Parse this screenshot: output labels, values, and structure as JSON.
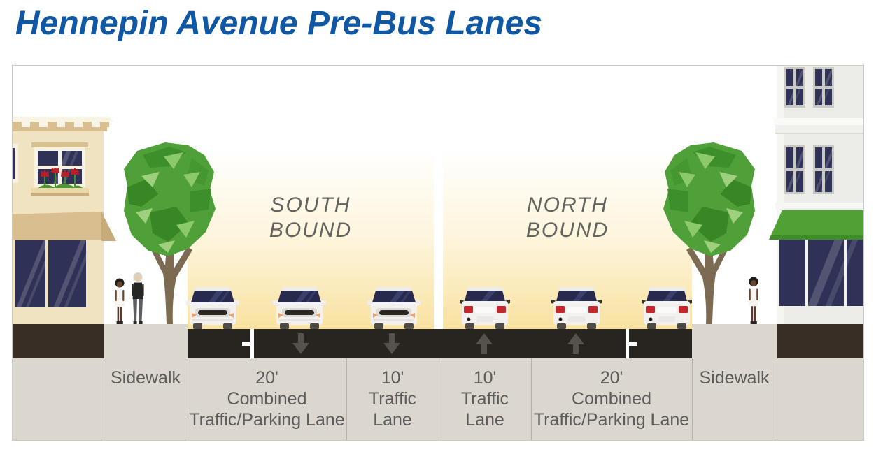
{
  "title": "Hennepin Avenue Pre-Bus Lanes",
  "directions": {
    "southbound": [
      "SOUTH",
      "BOUND"
    ],
    "northbound": [
      "NORTH",
      "BOUND"
    ]
  },
  "lanes": [
    {
      "lines": [
        "Sidewalk"
      ]
    },
    {
      "lines": [
        "20'",
        "Combined",
        "Traffic/Parking Lane"
      ]
    },
    {
      "lines": [
        "10'",
        "Traffic",
        "Lane"
      ]
    },
    {
      "lines": [
        "10'",
        "Traffic",
        "Lane"
      ]
    },
    {
      "lines": [
        "20'",
        "Combined",
        "Traffic/Parking Lane"
      ]
    },
    {
      "lines": [
        "Sidewalk"
      ]
    }
  ],
  "icons": {
    "lane-arrow-down": "southbound traffic direction arrow on road",
    "lane-arrow-up": "northbound traffic direction arrow on road",
    "parking-tee-marking": "white T parking lane pavement marking",
    "car-front": "white car seen from front (southbound)",
    "car-rear": "white car seen from rear (northbound)",
    "tree": "street tree with green faceted canopy",
    "pedestrian-dress": "pedestrian in white dress",
    "pedestrian-casual": "pedestrian in black top and gray pants",
    "tulips": "red tulips in window flower box"
  },
  "colors": {
    "title_blue": "#1158A4",
    "frame_border": "#C9C9C7",
    "backdrop_yellow_top": "#FFFFFE",
    "backdrop_yellow_bottom": "#F9E2A0",
    "road_asphalt": "#282521",
    "road_marking_white": "#FFFFFF",
    "lane_arrow_gray": "#55514B",
    "direction_text": "#63635F",
    "label_band": "#DBD7CF",
    "band_divider": "#B6B2AA",
    "label_text": "#5C5C5A",
    "building_base_brown": "#392E25",
    "left_building_wall": "#F0E3C1",
    "left_awning_tan": "#D9BF90",
    "right_building_wall": "#ECECE8",
    "right_awning_green": "#4FA133",
    "window_navy": "#2F3156",
    "tree_green": "#4FA038",
    "tree_trunk": "#7D6A52",
    "car_body_white": "#F2F1EF",
    "taillight_red": "#C1272D",
    "indicator_orange": "#F2A266"
  }
}
